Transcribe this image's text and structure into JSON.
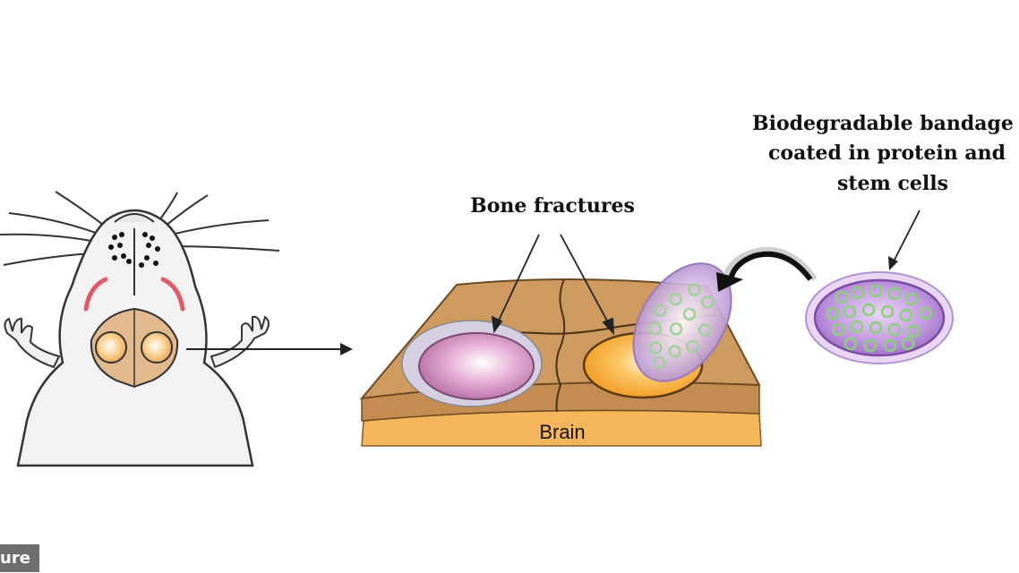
{
  "labels": {
    "bandage_line1": "Biodegradable bandage",
    "bandage_line2": "coated in protein and",
    "bandage_line3": "stem cells",
    "fractures": "Bone fractures",
    "brain": "Brain"
  },
  "source_tag": "ure",
  "colors": {
    "skull": "#c9935b",
    "brain": "#f2b65c",
    "hole_left": "#c67fb0",
    "hole_right": "#f5a62c",
    "bandage": "#b98fd4",
    "cells": "#8fd47c",
    "mouse_outline": "#333333"
  }
}
